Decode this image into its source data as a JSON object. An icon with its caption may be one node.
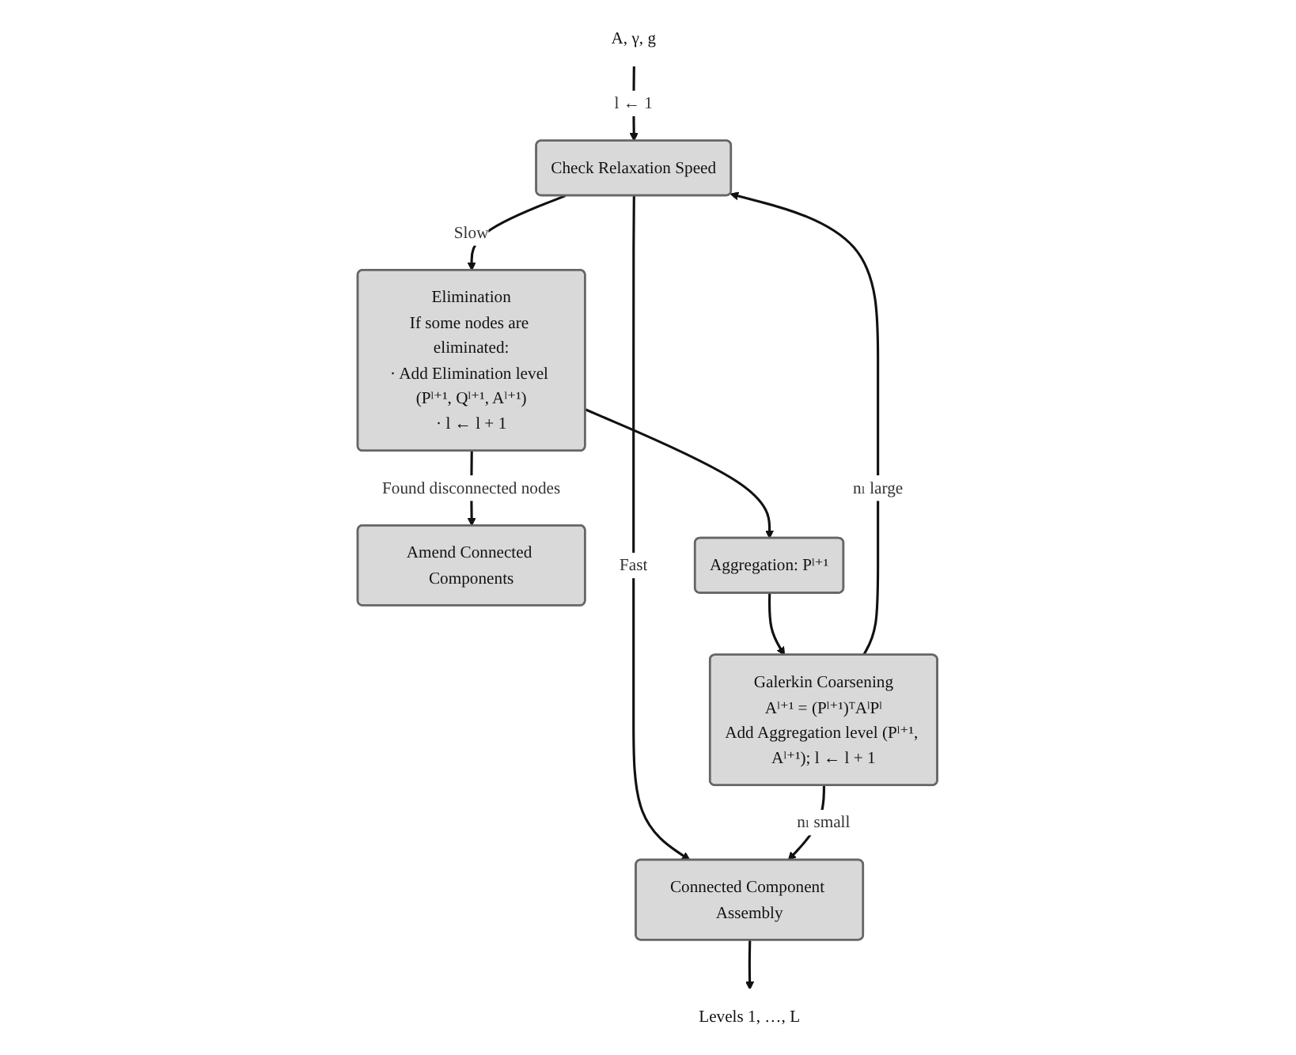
{
  "diagram": {
    "nodes": [
      {
        "text": [
          "A, γ, g"
        ]
      },
      {
        "text": [
          "Check Relaxation Speed"
        ]
      },
      {
        "text": [
          "Elimination",
          "If some nodes are eliminated:",
          "· Add Elimination level (Pˡ⁺¹, Qˡ⁺¹, Aˡ⁺¹)",
          "· l ← l + 1"
        ]
      },
      {
        "text": [
          "Amend Connected Components"
        ]
      },
      {
        "text": [
          "Aggregation: Pˡ⁺¹"
        ]
      },
      {
        "text": [
          "Galerkin Coarsening",
          "Aˡ⁺¹ = (Pˡ⁺¹)ᵀAˡPˡ",
          "Add Aggregation level (Pˡ⁺¹, Aˡ⁺¹); l ← l + 1"
        ]
      },
      {
        "text": [
          "Connected Component Assembly"
        ]
      },
      {
        "text": [
          "Levels 1, …, L"
        ]
      }
    ],
    "edges": [
      {
        "from": 0,
        "to": 1,
        "arrow": "to",
        "label": "l ← 1"
      },
      {
        "from": 1,
        "to": 2,
        "arrow": "to",
        "label": "Slow"
      },
      {
        "from": 1,
        "to": 6,
        "arrow": "to",
        "label": "Fast"
      },
      {
        "from": 2,
        "to": 4,
        "arrow": "to"
      },
      {
        "from": 2,
        "to": 3,
        "arrow": "to",
        "label": "Found disconnected nodes"
      },
      {
        "from": 4,
        "to": 5,
        "arrow": "to"
      },
      {
        "from": 5,
        "to": 1,
        "arrow": "to",
        "label": "nₗ large"
      },
      {
        "from": 5,
        "to": 6,
        "arrow": "to",
        "label": "nₗ small"
      },
      {
        "from": 6,
        "to": 7,
        "arrow": "to"
      }
    ]
  }
}
